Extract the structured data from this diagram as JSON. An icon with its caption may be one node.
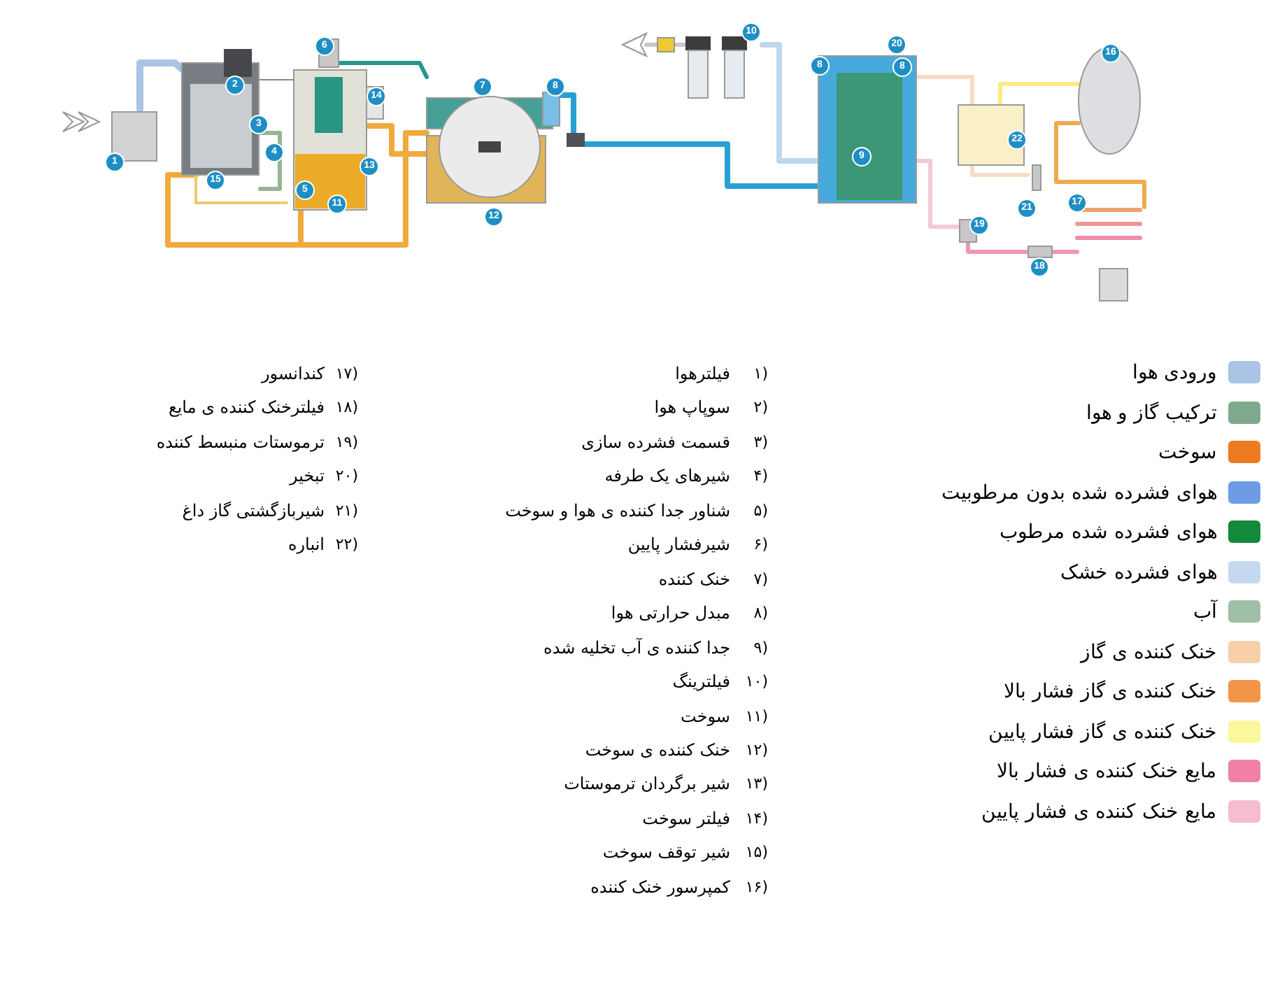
{
  "diagram": {
    "labels": [
      "6",
      "2",
      "14",
      "3",
      "4",
      "1",
      "15",
      "5",
      "11",
      "13",
      "7",
      "8",
      "12",
      "10",
      "20",
      "8",
      "8",
      "9",
      "22",
      "16",
      "21",
      "17",
      "19",
      "18",
      "۱)",
      "فیلترهوا",
      "۲)",
      "سوپاپ هوا",
      "۳)",
      "قسمت فشرده سازی",
      "۴)",
      "شیرهای یک طرفه",
      "۵)",
      "شناور جدا کننده ی هوا و سوخت",
      "۶)",
      "شیرفشار پایین",
      "۷)",
      "خنک کننده",
      "۸)",
      "مبدل حرارتی هوا",
      "۹)",
      "جدا کننده ی آب تخلیه شده",
      "۱۰)",
      "فیلترینگ",
      "۱۱)",
      "سوخت",
      "۱۲)",
      "خنک کننده ی سوخت",
      "۱۳)",
      "شیر برگردان ترموستات",
      "۱۴)",
      "فیلتر سوخت",
      "۱۵)",
      "شیر توقف سوخت",
      "۱۶)",
      "کمپرسور خنک کننده",
      "۱۷)",
      "کندانسور",
      "۱۸)",
      "فیلترخنک کننده ی مایع",
      "۱۹)",
      "ترموستات منبسط کننده",
      "۲۰)",
      "تبخیر",
      "۲۱)",
      "شیربازگشتی گاز داغ",
      "۲۲)",
      "انباره"
    ],
    "legend": [
      {
        "text": "ورودی هوا",
        "color": "#a9c4e4"
      },
      {
        "text": "ترکیب گاز و هوا",
        "color": "#7fa98c"
      },
      {
        "text": "سوخت",
        "color": "#ee7a22"
      },
      {
        "text": "هوای فشرده شده بدون مرطوبیت",
        "color": "#6c9ce6"
      },
      {
        "text": "هوای فشرده شده مرطوب",
        "color": "#138a3a"
      },
      {
        "text": "هوای فشرده خشک",
        "color": "#c6d8ef"
      },
      {
        "text": "آب",
        "color": "#9fc0a6"
      },
      {
        "text": "خنک کننده ی گاز",
        "color": "#f7cfa8"
      },
      {
        "text": "خنک کننده ی گاز فشار بالا",
        "color": "#f29548"
      },
      {
        "text": "خنک کننده ی گاز فشار پایین",
        "color": "#fbf79c"
      },
      {
        "text": "مایع خنک کننده ی فشار بالا",
        "color": "#ef80a8"
      },
      {
        "text": "مایع خنک کننده ی فشار پایین",
        "color": "#f5bcd2"
      }
    ]
  }
}
